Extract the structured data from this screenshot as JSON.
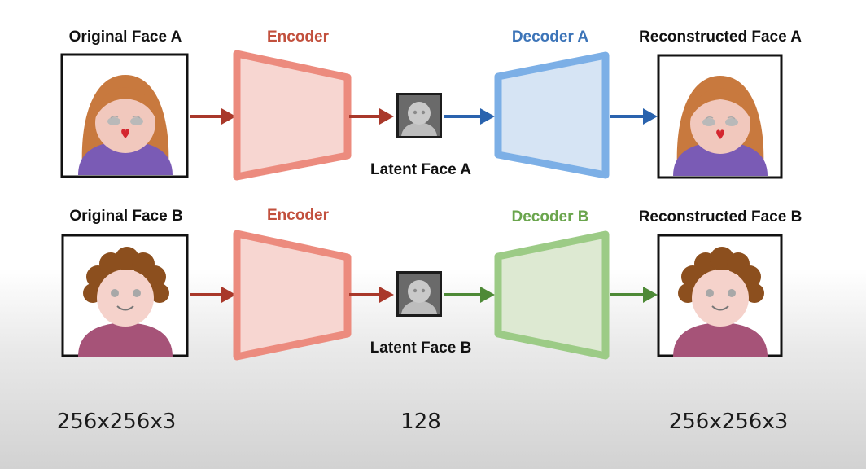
{
  "colors": {
    "encoder": "#c2503d",
    "encoder_fill": "#f7d6d1",
    "encoder_stroke": "#ec8b7e",
    "decoder_a": "#3c74b8",
    "decoder_a_fill": "#d6e4f4",
    "decoder_a_stroke": "#7cafe6",
    "decoder_b": "#6aa54d",
    "decoder_b_fill": "#dde9d2",
    "decoder_b_stroke": "#9ccb86",
    "arrow_red": "#a9382a",
    "arrow_blue": "#2a63ae",
    "arrow_green": "#4e8a37"
  },
  "rows": [
    {
      "original_label": "Original Face A",
      "encoder_label": "Encoder",
      "latent_label": "Latent Face A",
      "decoder_label": "Decoder A",
      "reconstructed_label": "Reconstructed Face A",
      "face_icon": "woman-face-icon"
    },
    {
      "original_label": "Original Face B",
      "encoder_label": "Encoder",
      "latent_label": "Latent Face B",
      "decoder_label": "Decoder B",
      "reconstructed_label": "Reconstructed Face B",
      "face_icon": "curly-hair-face-icon"
    }
  ],
  "dimensions": {
    "input": "256x256x3",
    "latent": "128",
    "output": "256x256x3"
  }
}
